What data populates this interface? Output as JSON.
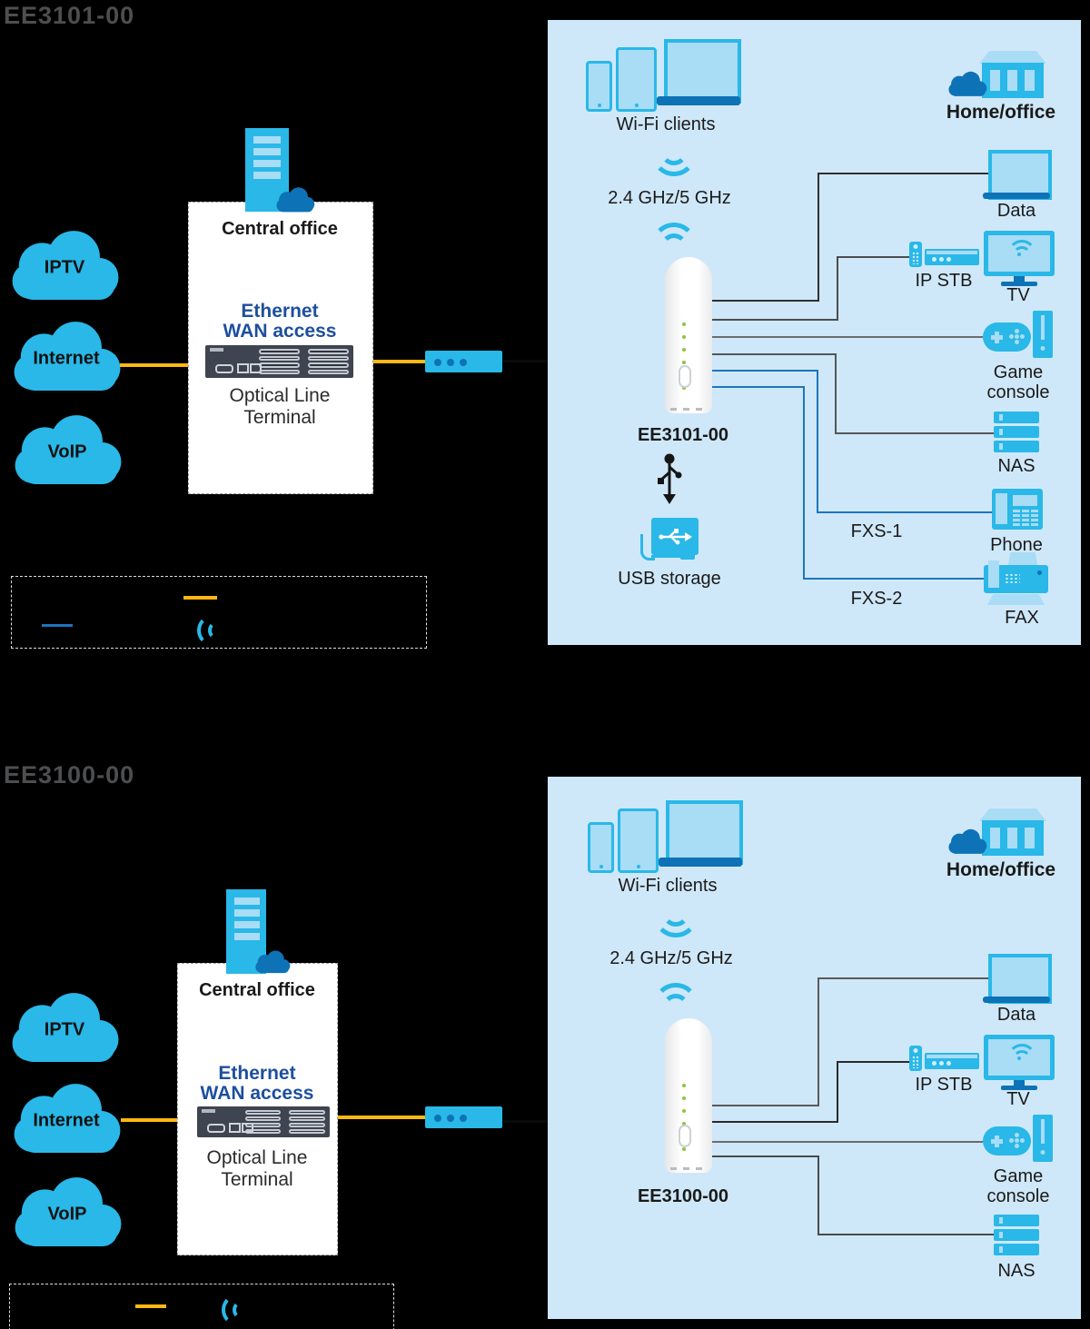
{
  "colors": {
    "cyan": "#29b8e8",
    "light_fill": "#a9dcf5",
    "dark_blue": "#0e72b6",
    "panel_blue": "#cfe8f9",
    "yellow": "#fdb813",
    "ethernet_blue": "#1c75bc",
    "gray_line": "#58595b",
    "navy_text": "#1d4f9e",
    "title_gray": "#4d4e50"
  },
  "d1": {
    "title": "EE3101-00",
    "clouds": {
      "iptv": "IPTV",
      "internet": "Internet",
      "voip": "VoIP"
    },
    "office": {
      "title": "Central office",
      "access1": "Ethernet",
      "access2": "WAN access",
      "olt1": "Optical Line",
      "olt2": "Terminal"
    },
    "panel": {
      "wifi_clients": "Wi-Fi clients",
      "band": "2.4 GHz/5 GHz",
      "home_office": "Home/office",
      "router": "EE3101-00",
      "usb": "USB storage",
      "data": "Data",
      "ipstb": "IP STB",
      "tv": "TV",
      "game1": "Game",
      "game2": "console",
      "nas": "NAS",
      "phone": "Phone",
      "fax": "FAX",
      "fxs1": "FXS-1",
      "fxs2": "FXS-2"
    }
  },
  "d2": {
    "title": "EE3100-00",
    "clouds": {
      "iptv": "IPTV",
      "internet": "Internet",
      "voip": "VoIP"
    },
    "office": {
      "title": "Central office",
      "access1": "Ethernet",
      "access2": "WAN access",
      "olt1": "Optical Line",
      "olt2": "Terminal"
    },
    "panel": {
      "wifi_clients": "Wi-Fi clients",
      "band": "2.4 GHz/5 GHz",
      "home_office": "Home/office",
      "router": "EE3100-00",
      "data": "Data",
      "ipstb": "IP STB",
      "tv": "TV",
      "game1": "Game",
      "game2": "console",
      "nas": "NAS"
    }
  }
}
